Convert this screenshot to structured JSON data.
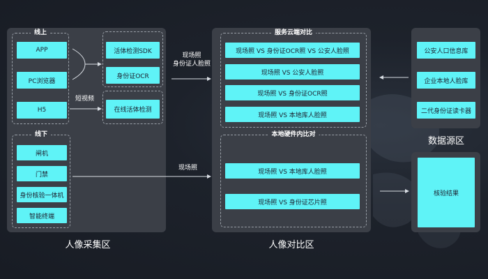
{
  "capture": {
    "title": "人像采集区",
    "online": {
      "title": "线上",
      "sources": [
        "APP",
        "PC浏览器",
        "H5"
      ],
      "sdk_items": [
        "活体检测SDK",
        "身份证OCR"
      ],
      "video_label": "短视频",
      "video_item": "在线活体检测"
    },
    "offline": {
      "title": "线下",
      "items": [
        "闸机",
        "门禁",
        "身份核验一体机",
        "智能终端"
      ]
    }
  },
  "arrows": {
    "online_to_cloud": "现场照\n身份证人脸照",
    "offline_to_local": "现场照"
  },
  "compare": {
    "title": "人像对比区",
    "cloud": {
      "title": "服务云端对比",
      "items": [
        "现场照 VS 身份证OCR照 VS 公安人脸照",
        "现场照 VS 公安人脸照",
        "现场照 VS 身份证OCR照",
        "现场照 VS 本地库人脸照"
      ]
    },
    "local": {
      "title": "本地硬件内比对",
      "items": [
        "现场照 VS 本地库人脸照",
        "现场照 VS 身份证芯片照"
      ]
    }
  },
  "datasource": {
    "title": "数据源区",
    "items": [
      "公安人口信息库",
      "企业本地人脸库",
      "二代身份证读卡器"
    ]
  },
  "result": {
    "label": "核验结果"
  },
  "colors": {
    "accent": "#5ff3f7",
    "panel": "#3b3f47",
    "background": "#181c24"
  }
}
